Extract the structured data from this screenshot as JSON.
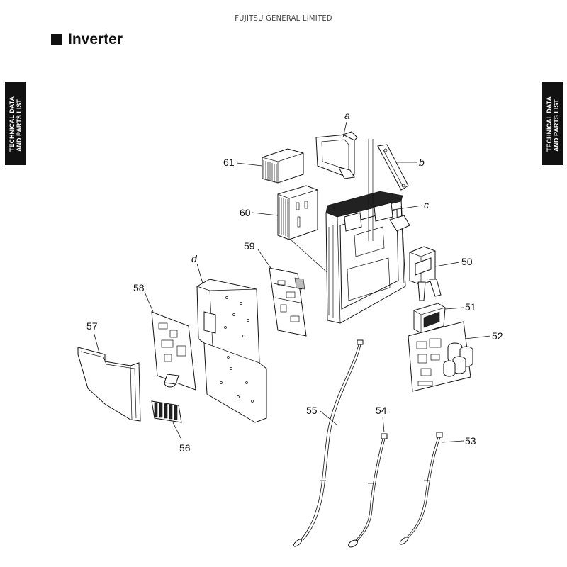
{
  "header": {
    "company": "FUJITSU GENERAL LIMITED"
  },
  "section": {
    "title": "Inverter"
  },
  "side_tab": {
    "line1": "TECHNICAL DATA",
    "line2": "AND PARTS LIST"
  },
  "callouts": {
    "a": "a",
    "b": "b",
    "c": "c",
    "d": "d",
    "p50": "50",
    "p51": "51",
    "p52": "52",
    "p53": "53",
    "p54": "54",
    "p55": "55",
    "p56": "56",
    "p57": "57",
    "p58": "58",
    "p59": "59",
    "p60": "60",
    "p61": "61"
  }
}
